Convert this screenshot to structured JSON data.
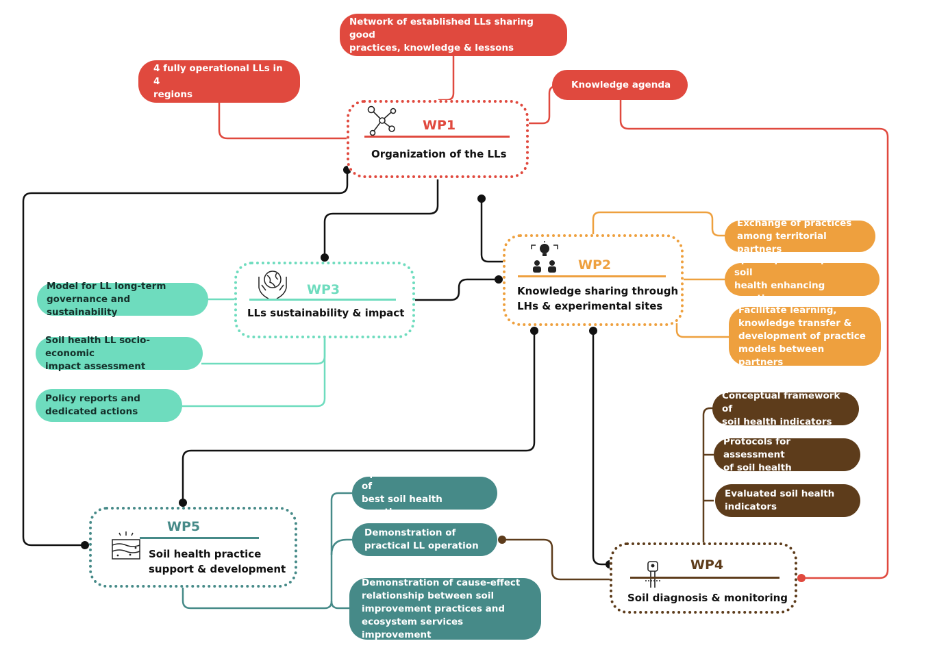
{
  "colors": {
    "wp1": "#e0493e",
    "wp2": "#eea03e",
    "wp3": "#6edcbe",
    "wp4": "#5d3c1b",
    "wp5": "#468a88",
    "link": "#111111"
  },
  "work_packages": {
    "wp1": {
      "title": "WP1",
      "subtitle": "Organization of the LLs",
      "icon": "network-icon"
    },
    "wp2": {
      "title": "WP2",
      "subtitle": "Knowledge sharing through\nLHs & experimental sites",
      "icon": "idea-sharing-icon"
    },
    "wp3": {
      "title": "WP3",
      "subtitle": "LLs sustainability & impact",
      "icon": "hands-globe-icon"
    },
    "wp4": {
      "title": "WP4",
      "subtitle": "Soil diagnosis & monitoring",
      "icon": "soil-probe-icon"
    },
    "wp5": {
      "title": "WP5",
      "subtitle": "Soil health practice\nsupport & development",
      "icon": "soil-layers-icon"
    }
  },
  "outputs": {
    "wp1": [
      "Network of established LLs sharing good\npractices, knowledge & lessons",
      "4 fully operational LLs in 4\nregions",
      "Knowledge agenda"
    ],
    "wp2": [
      "Exchange of practices\namong territorial partners",
      "Spark uptake of proven soil\nhealth enhancing practices",
      "Facilitate learning,\nknowledge transfer &\ndevelopment of practice\nmodels  between partners"
    ],
    "wp3": [
      "Model for LL long-term\ngovernance and sustainability",
      "Soil health LL socio-economic\nimpact assessment",
      "Policy reports and\ndedicated actions"
    ],
    "wp4": [
      "Conceptual framework of\nsoil health indicators",
      "Protocols for assessment\nof soil health",
      "Evaluated soil health\nindicators"
    ],
    "wp5": [
      "Open access database of\nbest soil health practices",
      "Demonstration of\npractical LL operation",
      "Demonstration of cause-effect\nrelationship between soil\nimprovement practices and\necosystem services improvement"
    ]
  }
}
